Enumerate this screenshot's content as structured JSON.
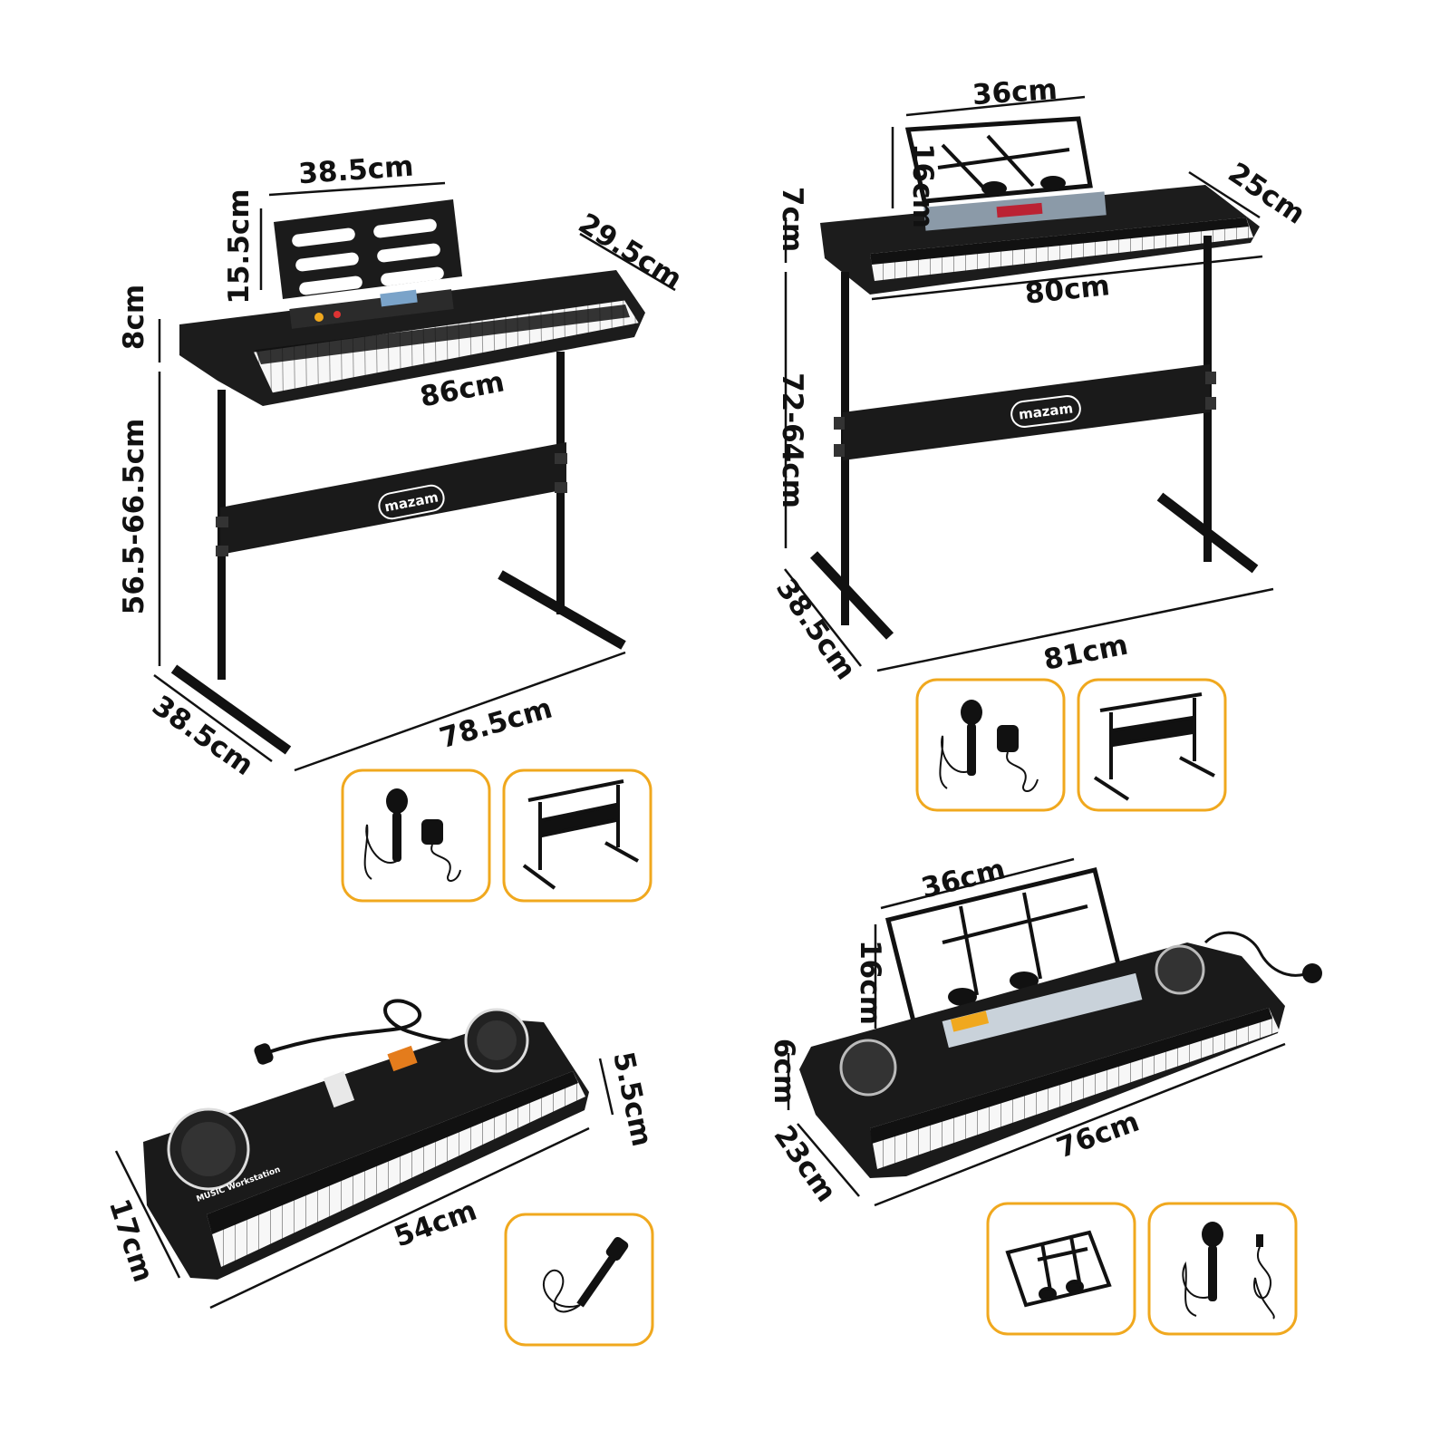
{
  "brand": {
    "logo": "mazam"
  },
  "accent_color": "#f0a81e",
  "products": [
    {
      "id": "keyboard-stand-a",
      "dimensions": {
        "stand_width": "38.5cm",
        "stand_height": "15.5cm",
        "depth": "29.5cm",
        "body_height": "8cm",
        "keyboard_length": "86cm",
        "adjustable_height": "56.5-66.5cm",
        "base_depth": "38.5cm",
        "base_width": "78.5cm"
      },
      "accessories": [
        "microphone-adapter-icon",
        "keyboard-stand-icon"
      ]
    },
    {
      "id": "keyboard-stand-b",
      "dimensions": {
        "stand_width": "36cm",
        "stand_height": "16cm",
        "depth": "25cm",
        "body_height": "7cm",
        "keyboard_length": "80cm",
        "adjustable_height": "72-64cm",
        "base_depth": "38.5cm",
        "base_width": "81cm"
      },
      "accessories": [
        "microphone-adapter-icon",
        "keyboard-stand-icon"
      ]
    },
    {
      "id": "portable-keyboard-c",
      "labels": {
        "workstation": "MUSIC Workstation"
      },
      "dimensions": {
        "height": "5.5cm",
        "depth": "17cm",
        "length": "54cm"
      },
      "accessories": [
        "microphone-icon"
      ]
    },
    {
      "id": "portable-keyboard-d",
      "dimensions": {
        "stand_width": "36cm",
        "stand_height": "16cm",
        "body_height": "6cm",
        "depth": "23cm",
        "length": "76cm"
      },
      "accessories": [
        "music-stand-icon",
        "microphone-usb-cable-icon"
      ]
    }
  ]
}
